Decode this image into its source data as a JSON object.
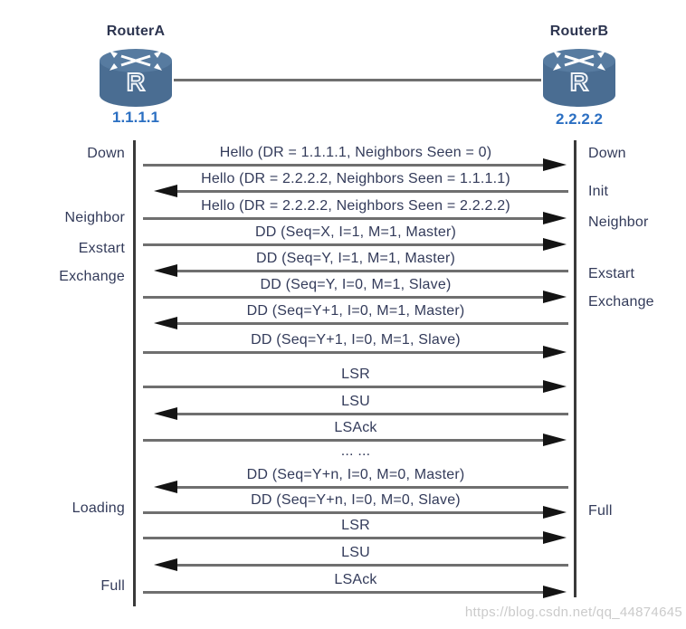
{
  "routers": {
    "a": {
      "name": "RouterA",
      "ip": "1.1.1.1"
    },
    "b": {
      "name": "RouterB",
      "ip": "2.2.2.2"
    }
  },
  "states": {
    "left": [
      "Down",
      "Neighbor",
      "Exstart",
      "Exchange",
      "Loading",
      "Full"
    ],
    "right": [
      "Down",
      "Init",
      "Neighbor",
      "Exstart",
      "Exchange",
      "Full"
    ]
  },
  "messages": [
    {
      "label": "Hello (DR = 1.1.1.1, Neighbors Seen = 0)",
      "direction": "right"
    },
    {
      "label": "Hello (DR = 2.2.2.2, Neighbors Seen = 1.1.1.1)",
      "direction": "left"
    },
    {
      "label": "Hello (DR = 2.2.2.2, Neighbors Seen = 2.2.2.2)",
      "direction": "right"
    },
    {
      "label": "DD (Seq=X, I=1, M=1, Master)",
      "direction": "right"
    },
    {
      "label": "DD (Seq=Y, I=1, M=1, Master)",
      "direction": "left"
    },
    {
      "label": "DD (Seq=Y, I=0, M=1, Slave)",
      "direction": "right"
    },
    {
      "label": "DD (Seq=Y+1, I=0, M=1, Master)",
      "direction": "left"
    },
    {
      "label": "DD (Seq=Y+1, I=0, M=1, Slave)",
      "direction": "right"
    },
    {
      "label": "LSR",
      "direction": "right"
    },
    {
      "label": "LSU",
      "direction": "left"
    },
    {
      "label": "LSAck",
      "direction": "right"
    },
    {
      "label": "... ...",
      "direction": "none"
    },
    {
      "label": "DD (Seq=Y+n, I=0, M=0, Master)",
      "direction": "left"
    },
    {
      "label": "DD (Seq=Y+n, I=0, M=0, Slave)",
      "direction": "right"
    },
    {
      "label": "LSR",
      "direction": "right"
    },
    {
      "label": "LSU",
      "direction": "left"
    },
    {
      "label": "LSAck",
      "direction": "right"
    }
  ],
  "colors": {
    "text": "#333b5a",
    "ip_blue": "#2b6fc2",
    "line_gray": "#6f6f6f",
    "arrowhead": "#141414",
    "router_body": "#4a6d92",
    "router_top": "#577ba0",
    "watermark": "#cbcbcb"
  },
  "watermark": "https://blog.csdn.net/qq_44874645"
}
